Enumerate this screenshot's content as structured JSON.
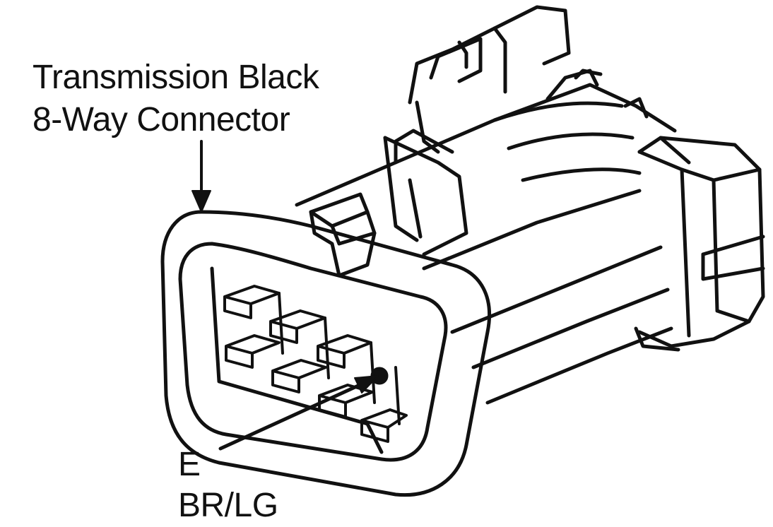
{
  "callout": {
    "title_line1": "Transmission Black",
    "title_line2": "8-Way Connector"
  },
  "pin": {
    "letter": "E",
    "wire_color": "BR/LG"
  },
  "drawing": {
    "subject": "connector-line-drawing",
    "stroke_color": "#111111",
    "background_color": "#ffffff"
  }
}
